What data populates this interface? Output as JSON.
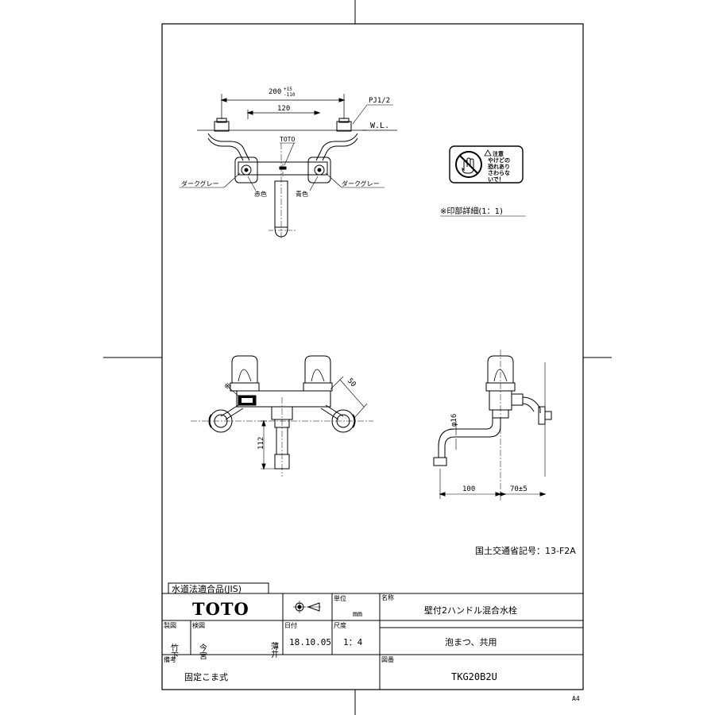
{
  "drawing": {
    "top_view": {
      "dim_overall": "200",
      "dim_tol_upper": "+15",
      "dim_tol_lower": "-110",
      "dim_inner": "120",
      "thread": "PJ1/2",
      "water_line": "W.L.",
      "brand_mark": "TOTO",
      "handle_color_left": "ダークグレー",
      "handle_color_right": "ダークグレー",
      "hot_label": "赤色",
      "cold_label": "青色"
    },
    "print_detail": {
      "caption": "※印部詳細(1：1)",
      "warning_title": "注意",
      "warning_text": [
        "やけどの",
        "恐れあり",
        "さわらな",
        "いで！"
      ]
    },
    "front_view": {
      "marker": "※",
      "dim_angle": "50",
      "dim_height": "112"
    },
    "side_view": {
      "dim_diameter": "φ16",
      "dim_reach": "100",
      "dim_depth": "70±5"
    },
    "registration": "国土交通省記号：13-F2A"
  },
  "title_block": {
    "standard": "水道法適合品(JIS)",
    "brand": "TOTO",
    "unit_label": "単位",
    "unit_value": "mm",
    "name_label": "名称",
    "product_name": "壁付2ハンドル混合水栓",
    "drawn_label": "製図",
    "drawn_by": "竹下",
    "checked_label": "検図",
    "checked_by_1": "今宮",
    "checked_by_2": "薄井",
    "date_label": "日付",
    "date_value": "18.10.05",
    "scale_label": "尺度",
    "scale_value": "1：4",
    "subtitle": "泡まつ、共用",
    "remarks_label": "備考",
    "remarks_value": "固定こま式",
    "drawing_no_label": "図番",
    "drawing_no": "TKG20B2U"
  },
  "sheet_size": "A4"
}
